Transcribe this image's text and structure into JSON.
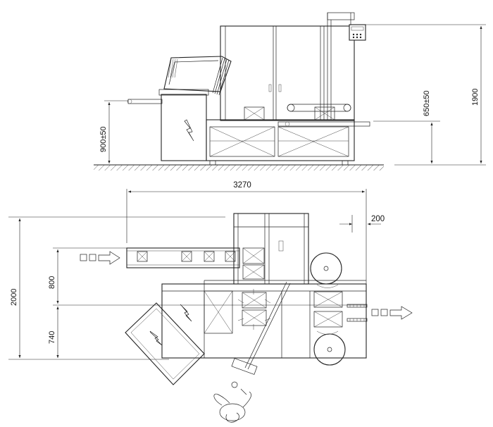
{
  "dimensions": {
    "height_overall": "1900",
    "height_upper": "650±50",
    "height_lower": "900±50",
    "length_overall": "3270",
    "offset_right": "200",
    "width_overall": "2000",
    "width_upper": "800",
    "width_lower": "740"
  }
}
